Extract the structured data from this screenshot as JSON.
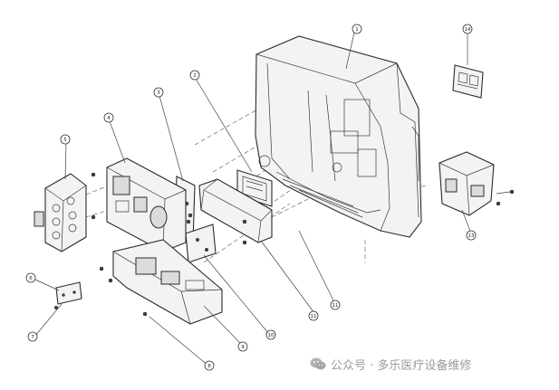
{
  "diagram": {
    "callouts": [
      {
        "id": "1",
        "label": "1"
      },
      {
        "id": "2",
        "label": "2"
      },
      {
        "id": "3",
        "label": "3"
      },
      {
        "id": "4",
        "label": "4"
      },
      {
        "id": "5",
        "label": "5"
      },
      {
        "id": "6",
        "label": "6"
      },
      {
        "id": "7",
        "label": "7"
      },
      {
        "id": "8",
        "label": "8"
      },
      {
        "id": "9",
        "label": "9"
      },
      {
        "id": "10",
        "label": "10"
      },
      {
        "id": "11a",
        "label": "11"
      },
      {
        "id": "11b",
        "label": "11"
      },
      {
        "id": "13",
        "label": "13"
      },
      {
        "id": "14",
        "label": "14"
      }
    ]
  },
  "watermark": {
    "text": "公众号 · 多乐医疗设备维修",
    "icon": "wechat-icon",
    "color": "#9a9a9a"
  }
}
